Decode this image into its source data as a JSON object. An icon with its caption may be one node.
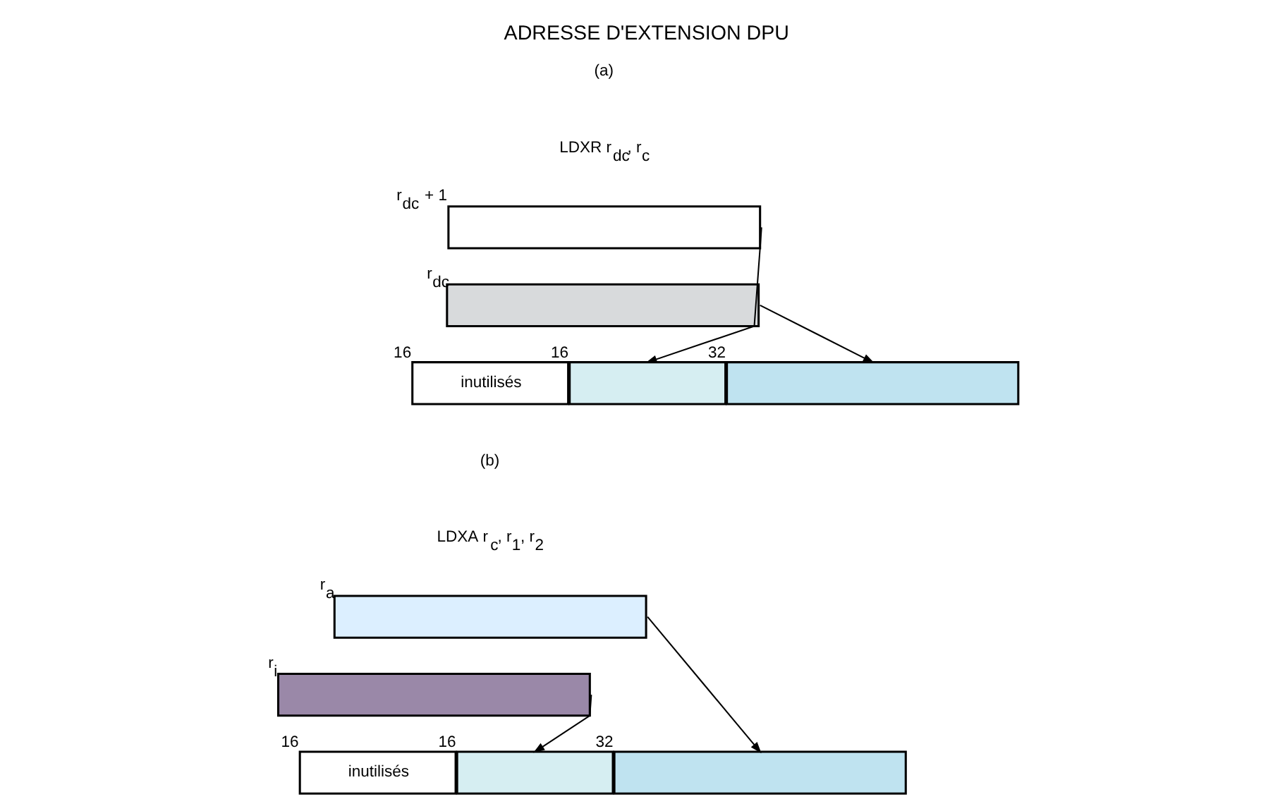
{
  "diagram": {
    "title": "ADRESSE D'EXTENSION DPU",
    "nodes": [
      {
        "text": [],
        "shape": "box",
        "beside": [
          "r$_{dc}$ + 1"
        ]
      },
      {
        "text": [],
        "shape": "box",
        "beside": [
          "r$_{dc}$"
        ]
      },
      {
        "text": [
          "inutilisés"
        ],
        "beside": [
          "16"
        ]
      },
      {
        "text": [],
        "shape": "box",
        "beside": [
          "16"
        ]
      },
      {
        "text": [],
        "shape": "box",
        "beside": [
          "32"
        ]
      },
      {
        "text": [],
        "shape": "box",
        "beside": [
          "r$_{a}$"
        ]
      },
      {
        "text": [],
        "shape": "box",
        "beside": [
          "r$_{i}$"
        ]
      },
      {
        "text": [
          "inutilisés"
        ],
        "beside": [
          "16"
        ]
      },
      {
        "text": [],
        "shape": "box",
        "beside": [
          "16"
        ]
      },
      {
        "text": [],
        "shape": "box",
        "beside": [
          "32"
        ]
      }
    ],
    "edges": [
      {
        "from": 0,
        "to": 3,
        "arrow": "to"
      },
      {
        "from": 1,
        "to": 4,
        "arrow": "to"
      },
      {
        "from": 5,
        "to": 9,
        "arrow": "to"
      },
      {
        "from": 6,
        "to": 8,
        "arrow": "to"
      }
    ],
    "labels": [
      "(a)",
      "LDXR r$_{dc}$, r$_{c}$",
      "(b)",
      "LDXA r$_{c}$, r$_{1}$, r$_{2}$"
    ]
  }
}
